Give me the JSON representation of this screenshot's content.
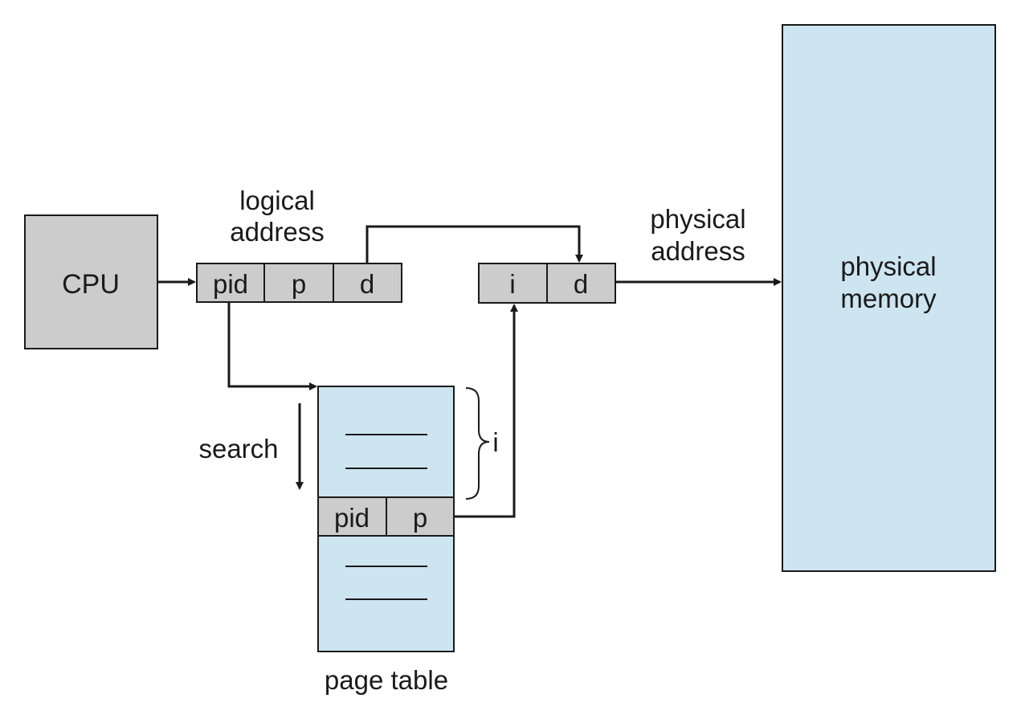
{
  "cpu": {
    "label": "CPU"
  },
  "logical_address": {
    "caption_line1": "logical",
    "caption_line2": "address",
    "fields": [
      "pid",
      "p",
      "d"
    ]
  },
  "physical_address": {
    "caption_line1": "physical",
    "caption_line2": "address",
    "fields": [
      "i",
      "d"
    ]
  },
  "physical_memory": {
    "label_line1": "physical",
    "label_line2": "memory"
  },
  "page_table": {
    "caption": "page table",
    "search_label": "search",
    "brace_label": "i",
    "entry_fields": [
      "pid",
      "p"
    ]
  },
  "colors": {
    "box_gray": "#cccccc",
    "memory_blue": "#cde5f0",
    "stroke": "#1a1a1a"
  }
}
